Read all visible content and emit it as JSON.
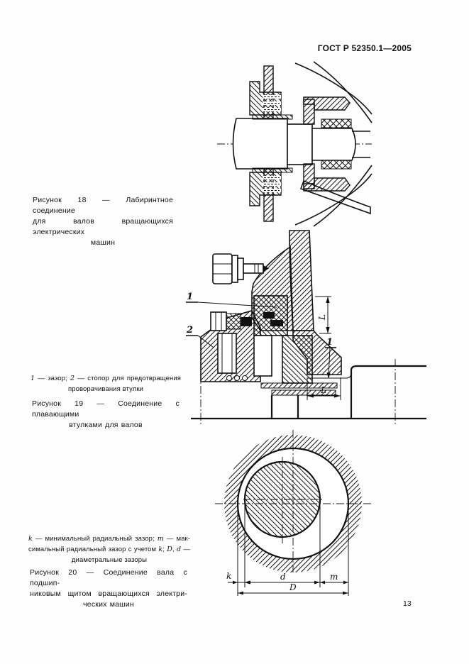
{
  "page": {
    "doc_number": "ГОСТ Р 52350.1—2005",
    "page_number": "13"
  },
  "figure18": {
    "caption": [
      "Рисунок 18 — Лабиринтное соединение",
      "для валов вращающихся электрических",
      "машин"
    ]
  },
  "figure19": {
    "note": {
      "ref1": "1",
      "seg1": " — зазор; ",
      "ref2": "2",
      "seg2": " — стопор для предотвращения",
      "line2": "проворачивания втулки"
    },
    "caption": [
      "Рисунок 19 — Соединение с плавающими",
      "втулками для валов"
    ],
    "labels": {
      "callout1": "1",
      "callout2": "2",
      "callout1b": "1",
      "dim_vertical": "L",
      "dim_horizontal": "L"
    }
  },
  "figure20": {
    "note": {
      "k": "k",
      "seg1": " — минимальный радиальный зазор; ",
      "m": "m",
      "seg2": " — мак-",
      "line2_seg1": "симальный радиальный зазор с учетом ",
      "k2": "k",
      "line2_seg2": "; ",
      "D": "D",
      "line2_seg3": ", ",
      "d": "d",
      "line2_seg4": " —",
      "line3": "диаметральные зазоры"
    },
    "caption": [
      "Рисунок 20 — Соединение вала с подшип-",
      "никовым щитом вращающихся электри-",
      "ческих машин"
    ],
    "labels": {
      "k": "k",
      "d": "d",
      "m": "m",
      "D": "D"
    }
  }
}
